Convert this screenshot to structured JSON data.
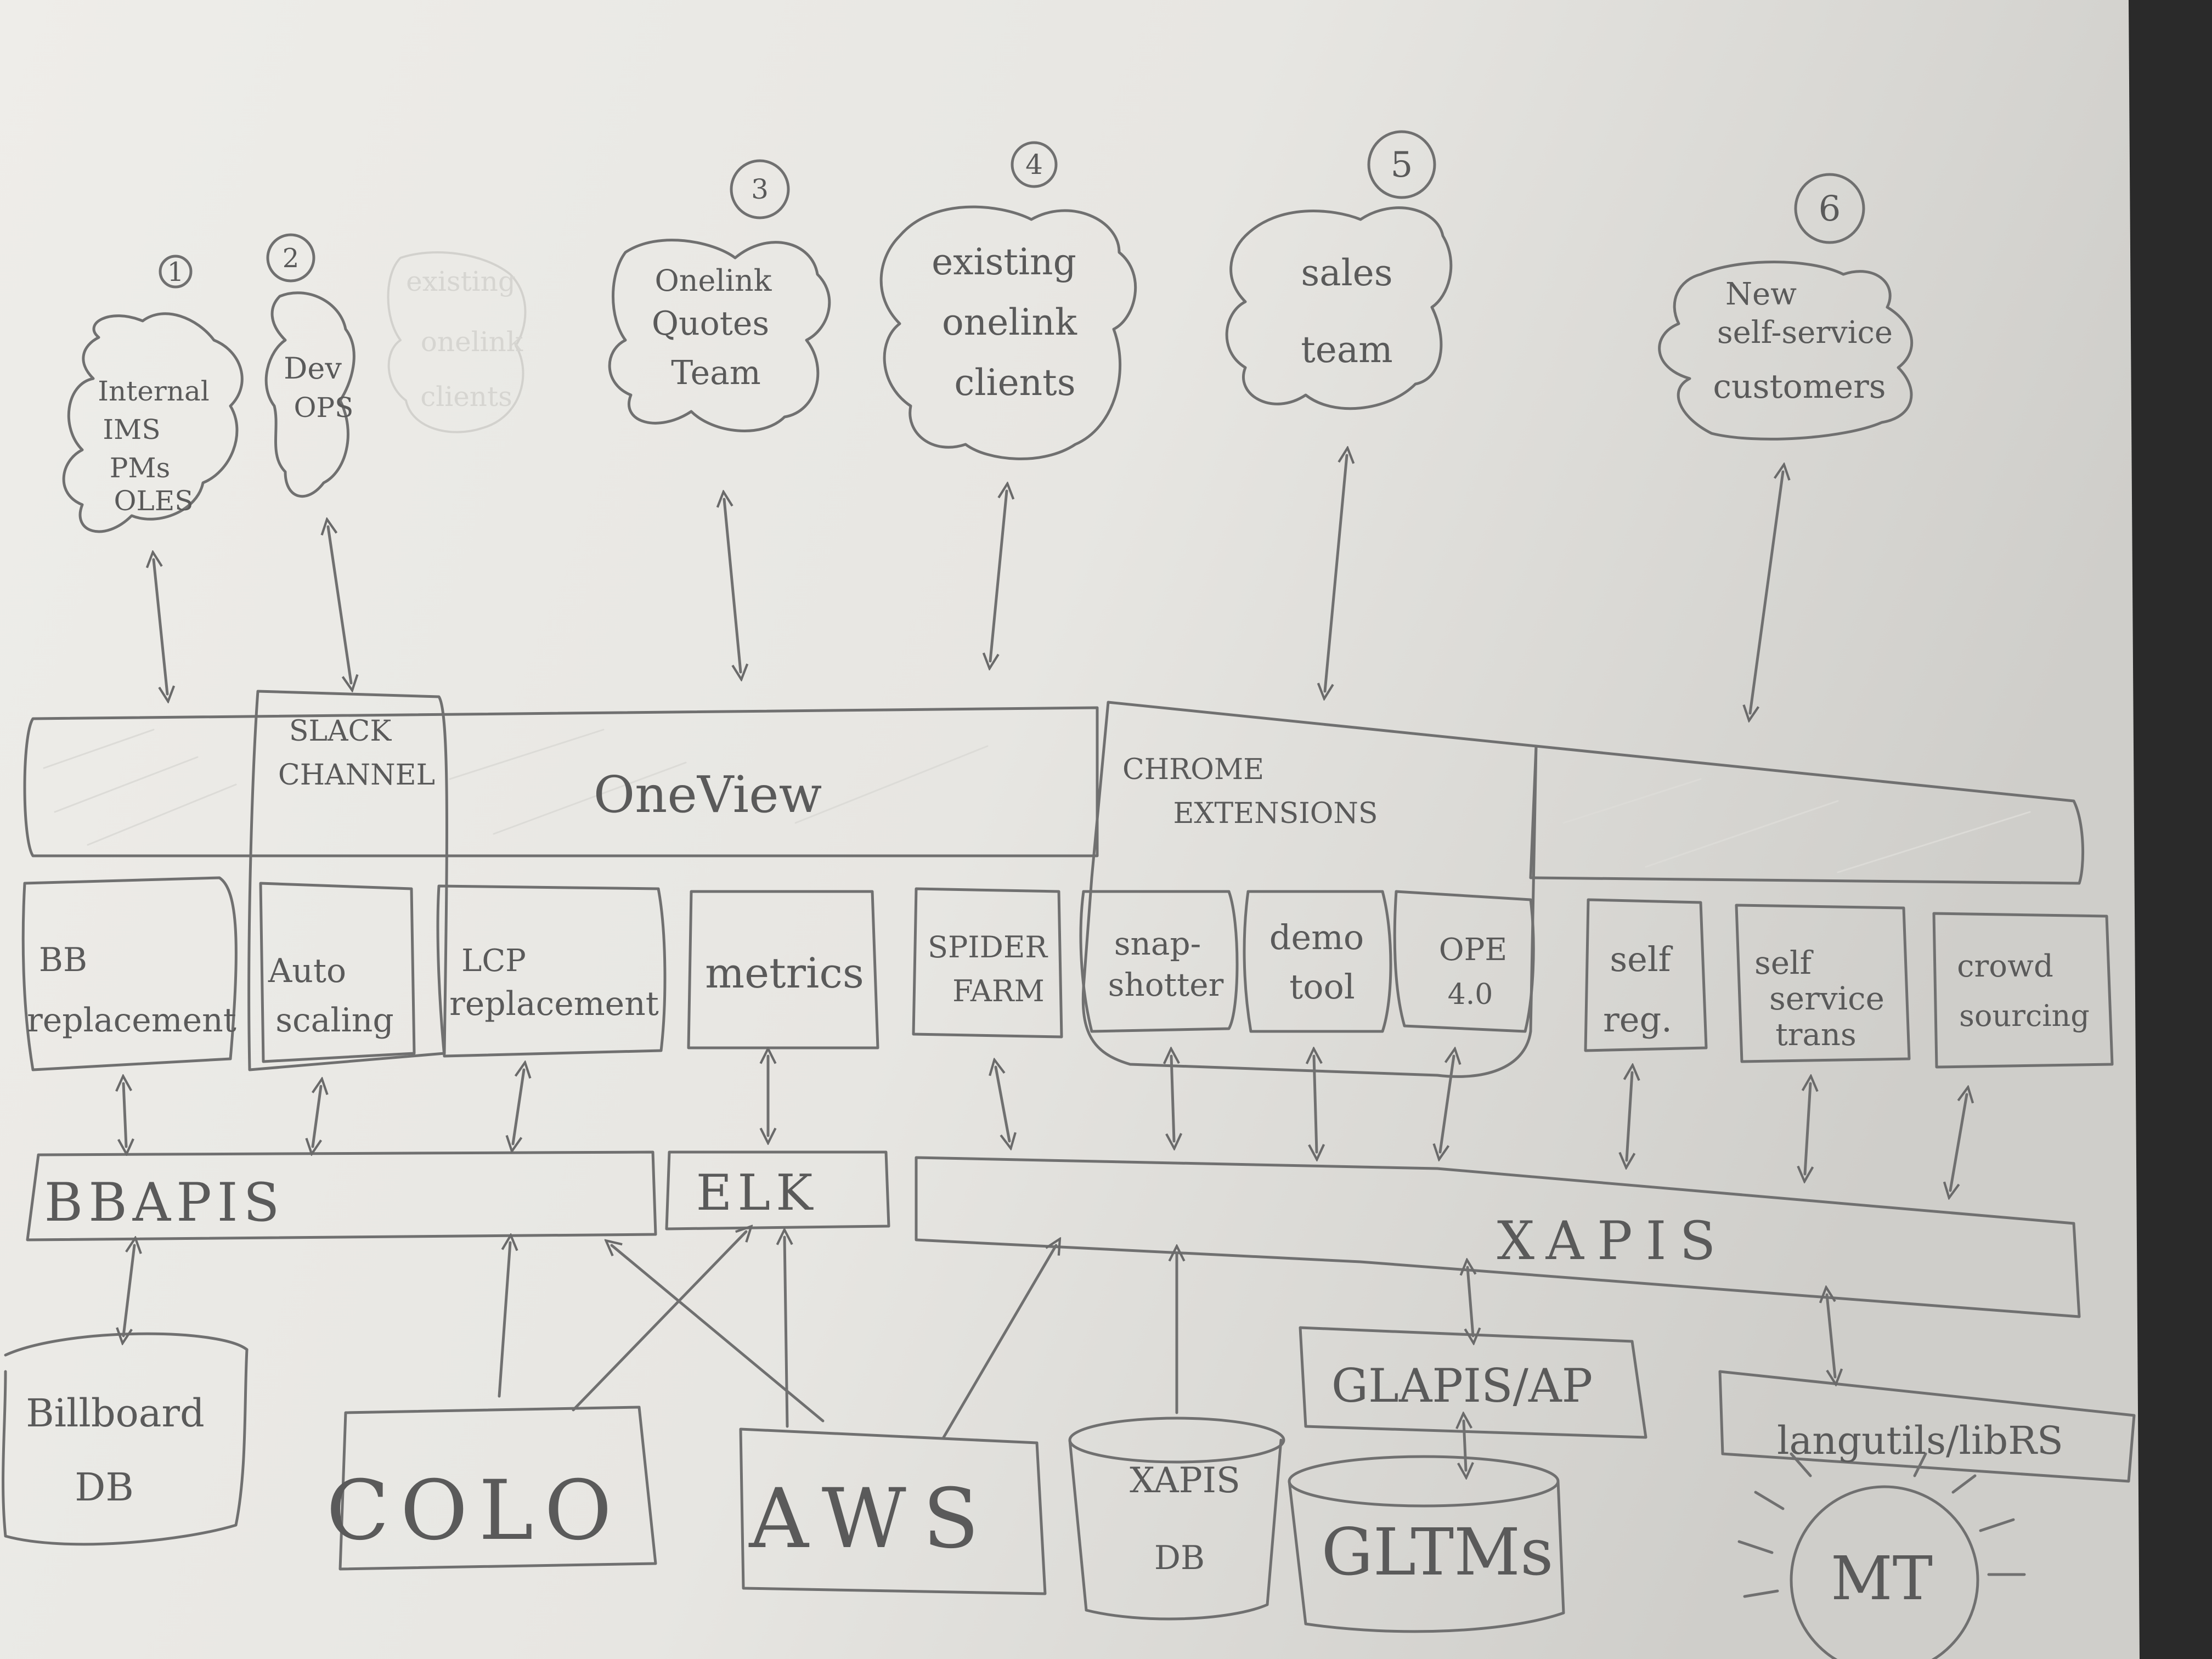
{
  "colors": {
    "background": "#2a2a2a",
    "paper": "#e9e8e4",
    "pencil": "#6a6a6a",
    "shadow": "#d8d7d3"
  },
  "diagram": {
    "stakeholders": [
      {
        "number": "1",
        "lines": [
          "Internal",
          "IMS",
          "PMs",
          "OLES"
        ]
      },
      {
        "number": "2",
        "lines": [
          "Dev",
          "OPS"
        ]
      },
      {
        "number": "3",
        "lines": [
          "Onelink",
          "Quotes",
          "Team"
        ]
      },
      {
        "number": "4",
        "lines": [
          "existing",
          "onelink",
          "clients"
        ]
      },
      {
        "number": "5",
        "lines": [
          "sales",
          "team"
        ]
      },
      {
        "number": "6",
        "lines": [
          "New",
          "self-service",
          "customers"
        ]
      }
    ],
    "faint_note": [
      "existing",
      "onelink",
      "clients"
    ],
    "top_layer": {
      "slack_channel": [
        "SLACK",
        "CHANNEL"
      ],
      "oneview": "OneView",
      "chrome_extensions": [
        "CHROME",
        "EXTENSIONS"
      ]
    },
    "components": [
      {
        "lines": [
          "BB",
          "replacement"
        ]
      },
      {
        "lines": [
          "Auto",
          "scaling"
        ]
      },
      {
        "lines": [
          "LCP",
          "replacement"
        ]
      },
      {
        "lines": [
          "metrics"
        ]
      },
      {
        "lines": [
          "SPIDER",
          "FARM"
        ]
      },
      {
        "lines": [
          "snap-",
          "shotter"
        ]
      },
      {
        "lines": [
          "demo",
          "tool"
        ]
      },
      {
        "lines": [
          "OPE",
          "4.0"
        ]
      },
      {
        "lines": [
          "self",
          "reg."
        ]
      },
      {
        "lines": [
          "self",
          "service",
          "trans"
        ]
      },
      {
        "lines": [
          "crowd",
          "sourcing"
        ]
      }
    ],
    "apis": {
      "bbapis": "BBAPIS",
      "elk": "ELK",
      "xapis": "XAPIS"
    },
    "backends": {
      "billboard_db": [
        "Billboard",
        "DB"
      ],
      "colo": "COLO",
      "aws": "AWS",
      "xapis_db": [
        "XAPIS",
        "DB"
      ],
      "glapis": "GLAPIS/AP",
      "gltms": "GLTMs",
      "langutils": "langutils/libRS",
      "mt": "MT"
    }
  }
}
